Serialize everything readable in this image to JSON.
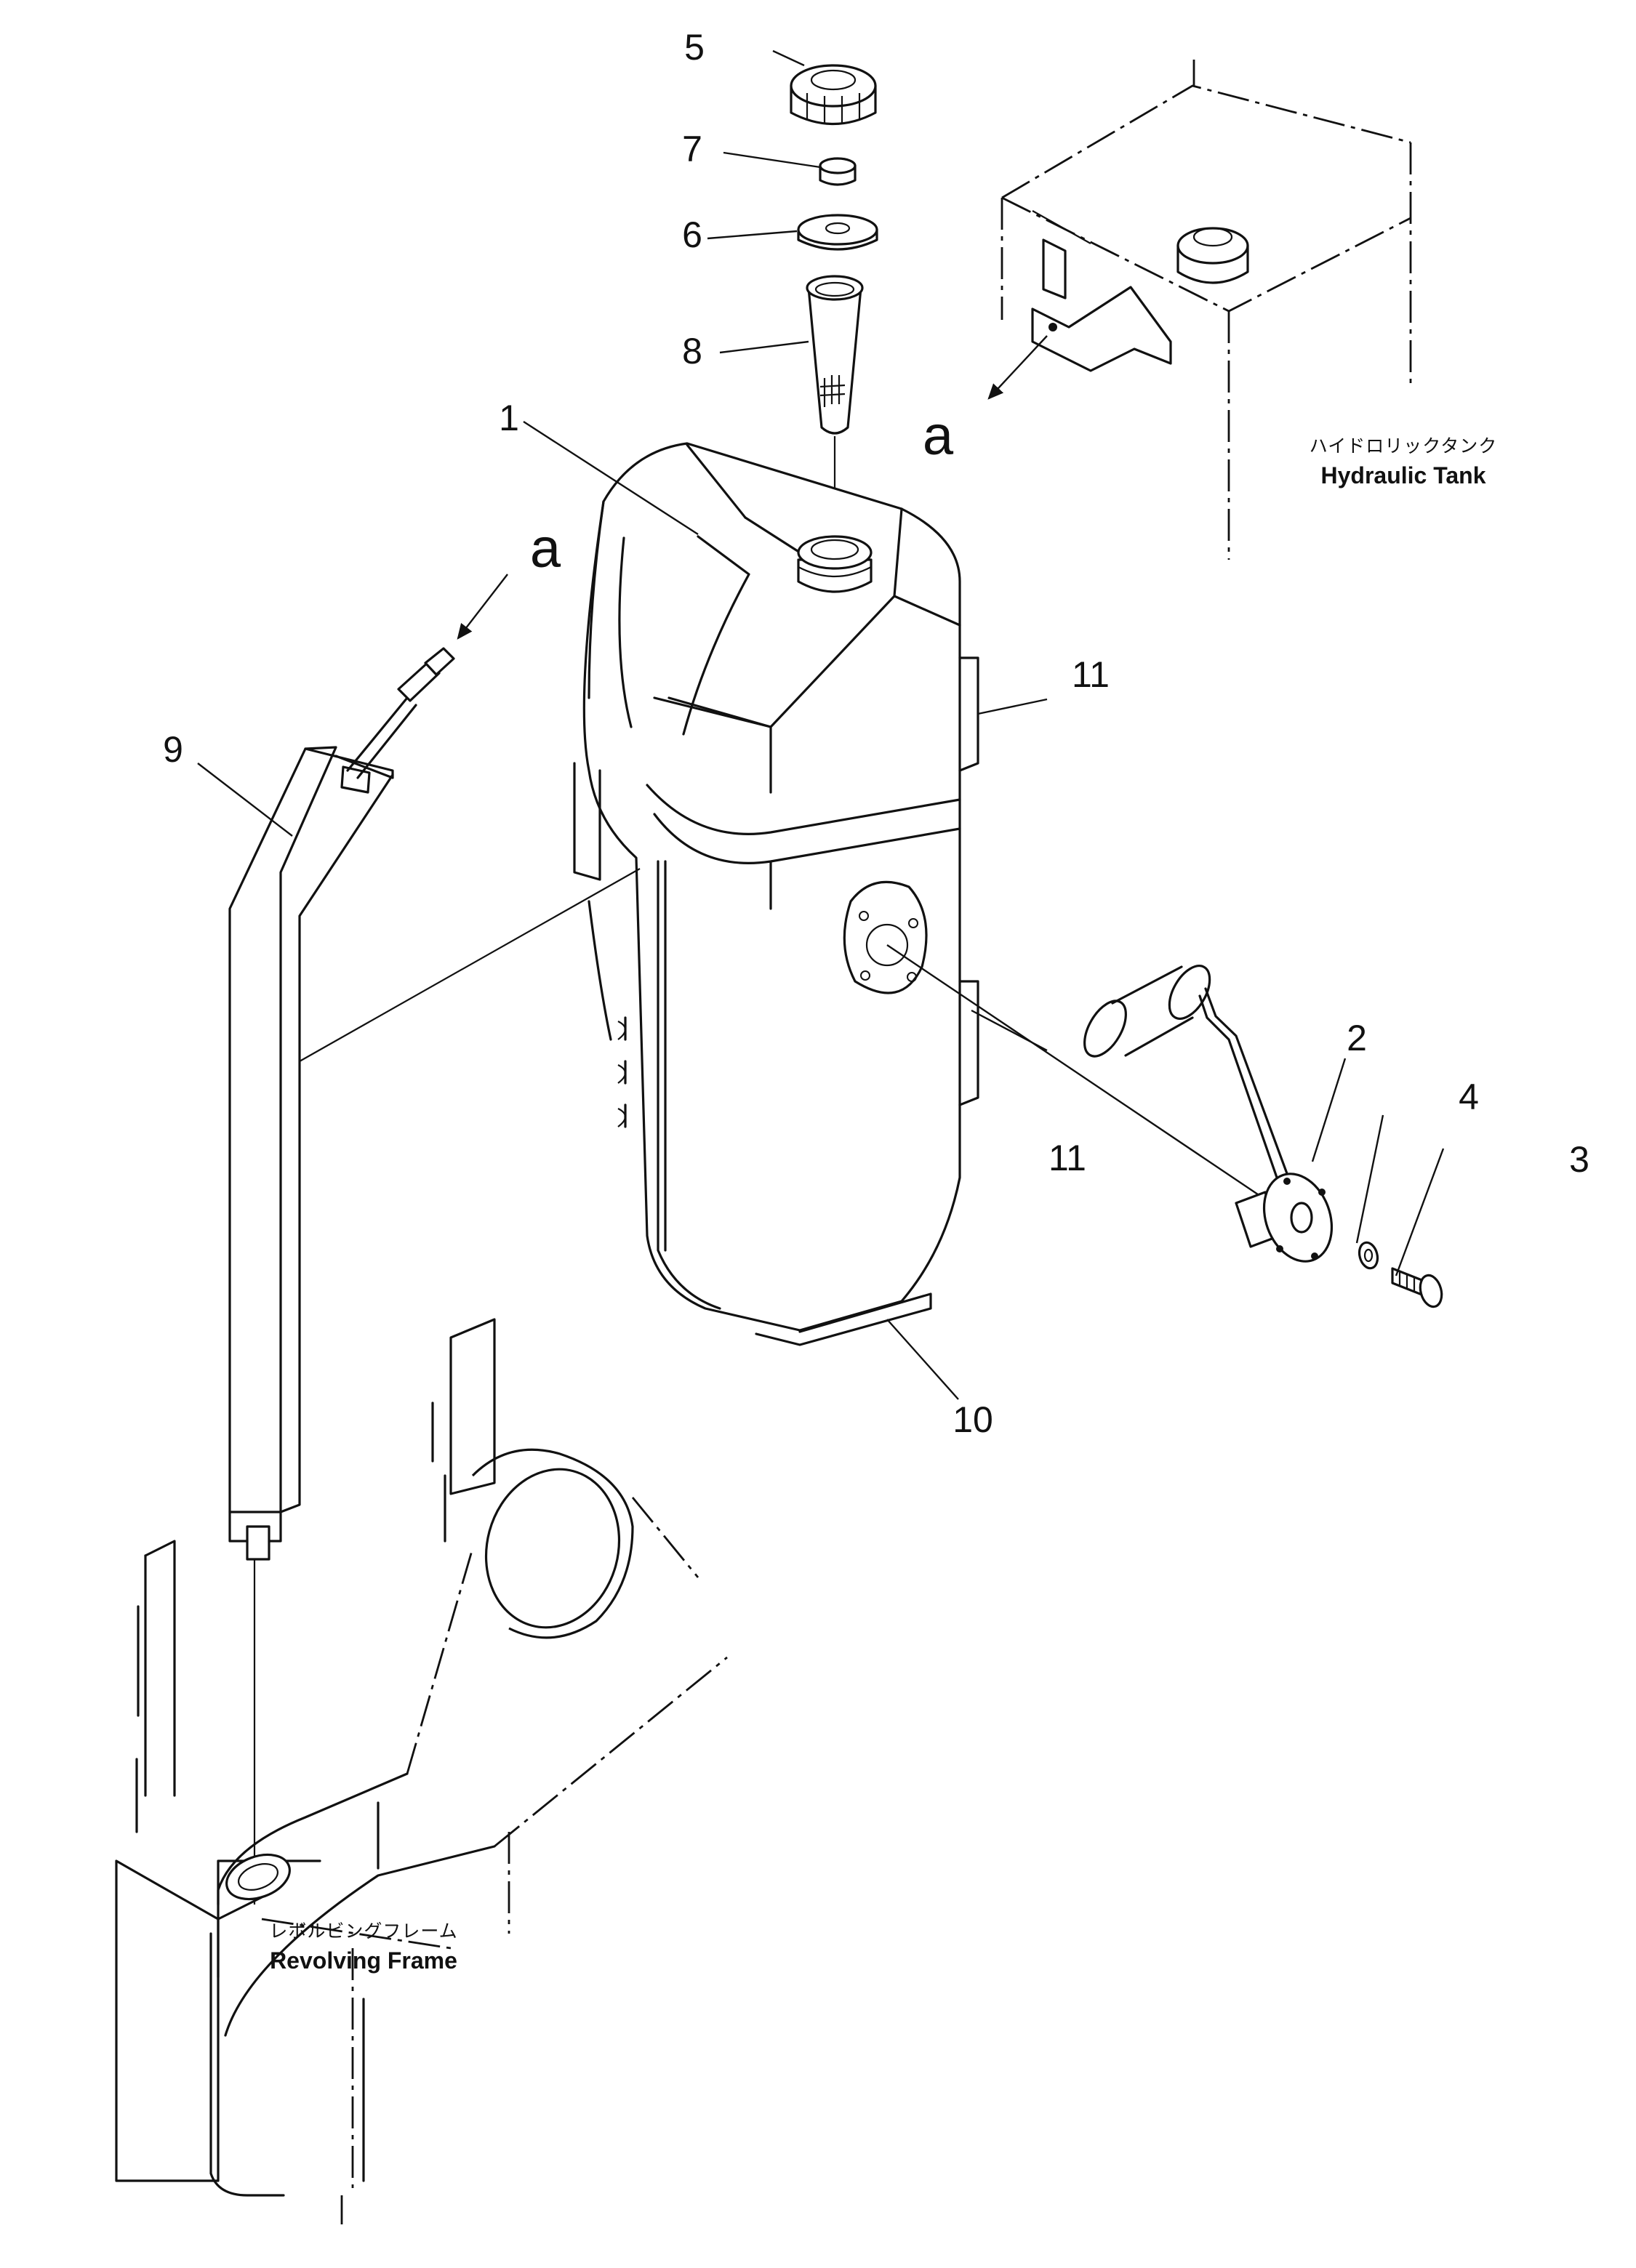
{
  "callouts": [
    "1",
    "2",
    "3",
    "4",
    "5",
    "6",
    "7",
    "8",
    "9",
    "10",
    "11",
    "11"
  ],
  "reference_letters": [
    "a",
    "a"
  ],
  "hydraulic_tank": {
    "label_jp": "ハイドロリックタンク",
    "label_en": "Hydraulic Tank"
  },
  "revolving_frame": {
    "label_jp": "レボルビングフレーム",
    "label_en": "Revolving Frame"
  }
}
